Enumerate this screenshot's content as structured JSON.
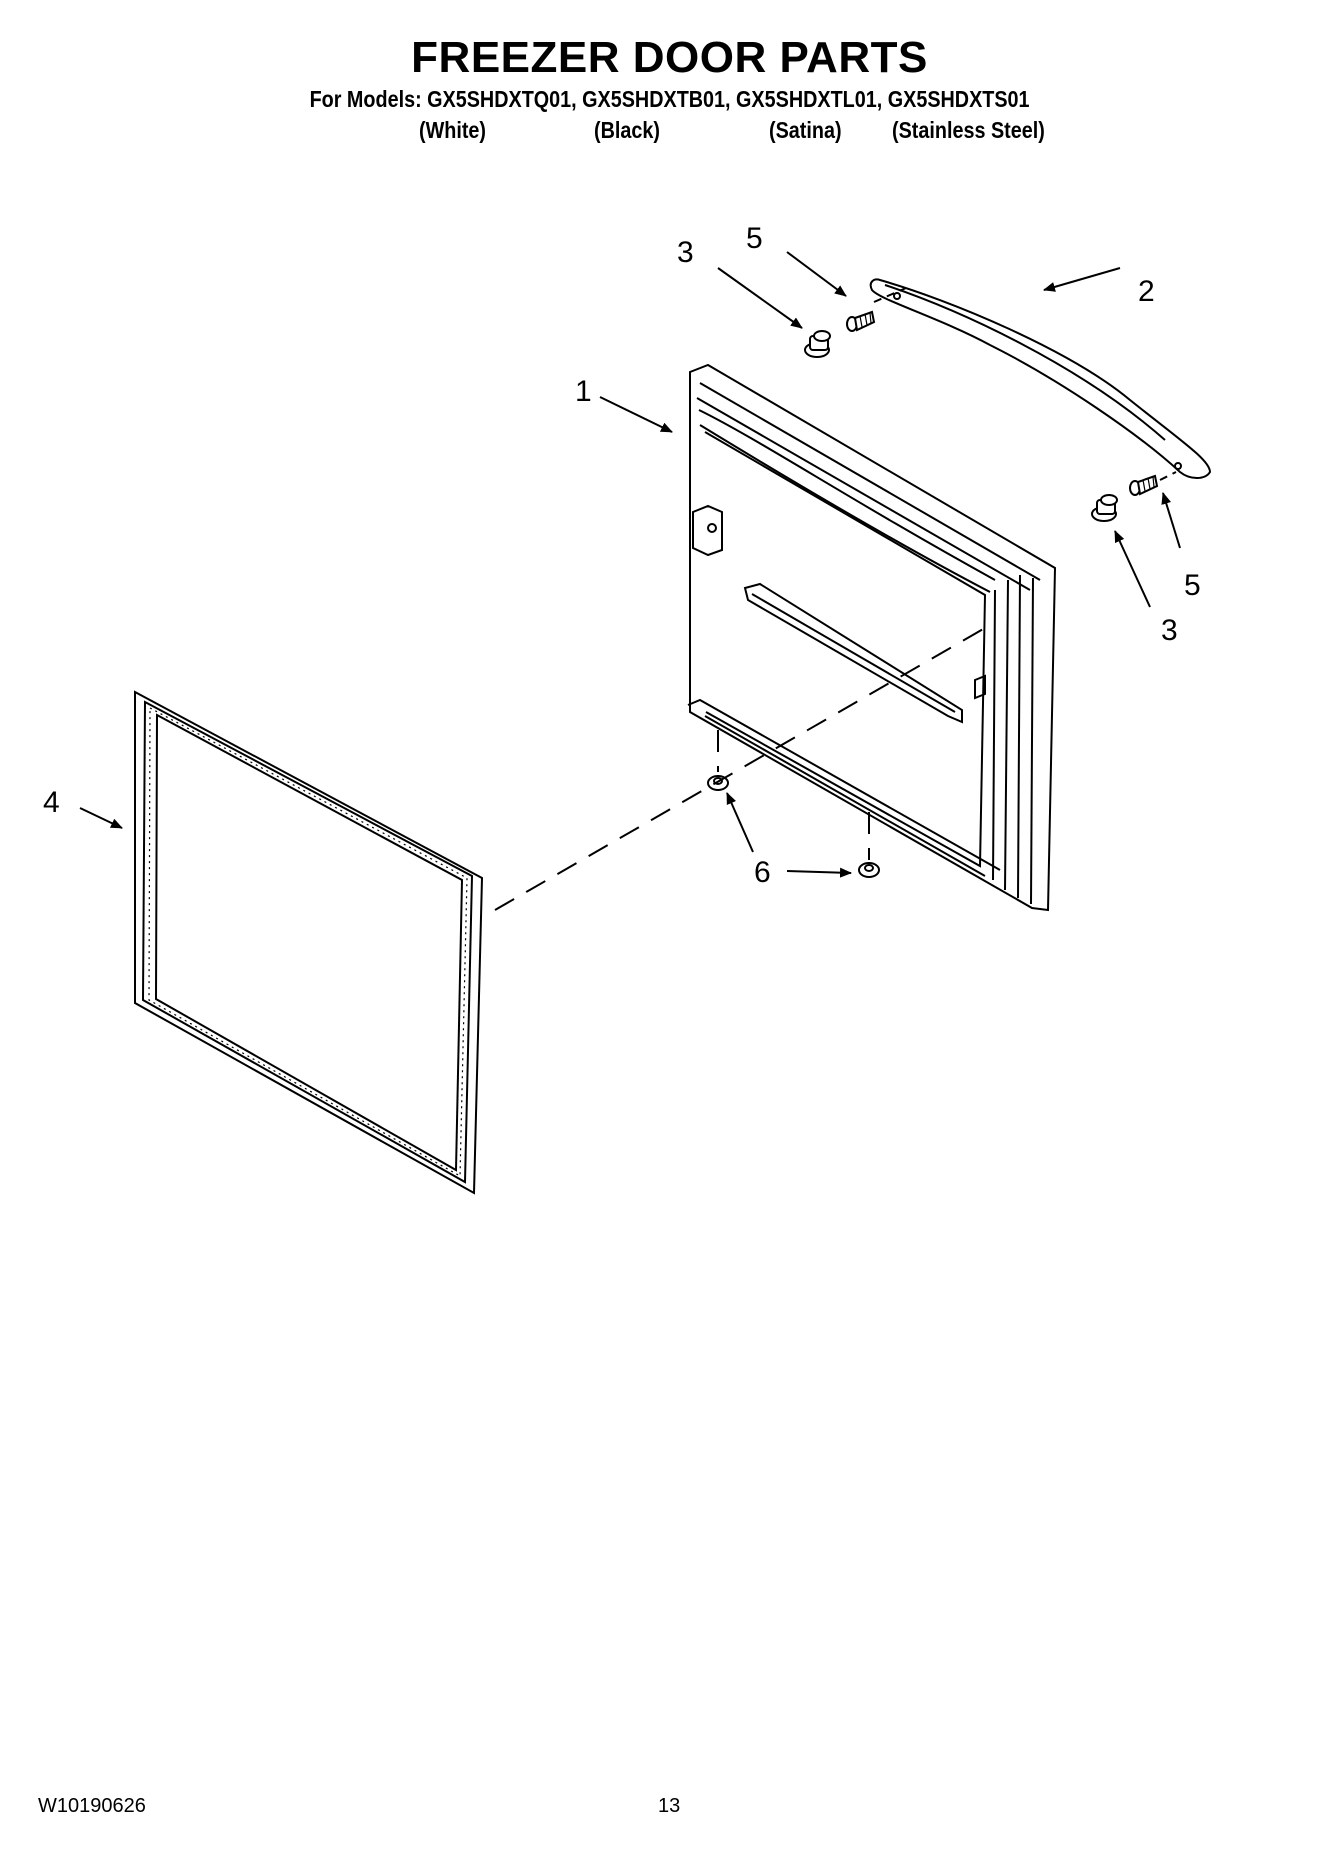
{
  "header": {
    "title": "FREEZER DOOR PARTS",
    "models_line": "For Models: GX5SHDXTQ01, GX5SHDXTB01, GX5SHDXTL01, GX5SHDXTS01",
    "variants": [
      "(White)",
      "(Black)",
      "(Satina)",
      "(Stainless Steel)"
    ]
  },
  "callouts": {
    "door": "1",
    "handle": "2",
    "standoff_top": "3",
    "screw_top": "5",
    "screw_right": "5",
    "standoff_right": "3",
    "gasket": "4",
    "plug": "6"
  },
  "footer": {
    "doc_number": "W10190626",
    "page_number": "13"
  }
}
